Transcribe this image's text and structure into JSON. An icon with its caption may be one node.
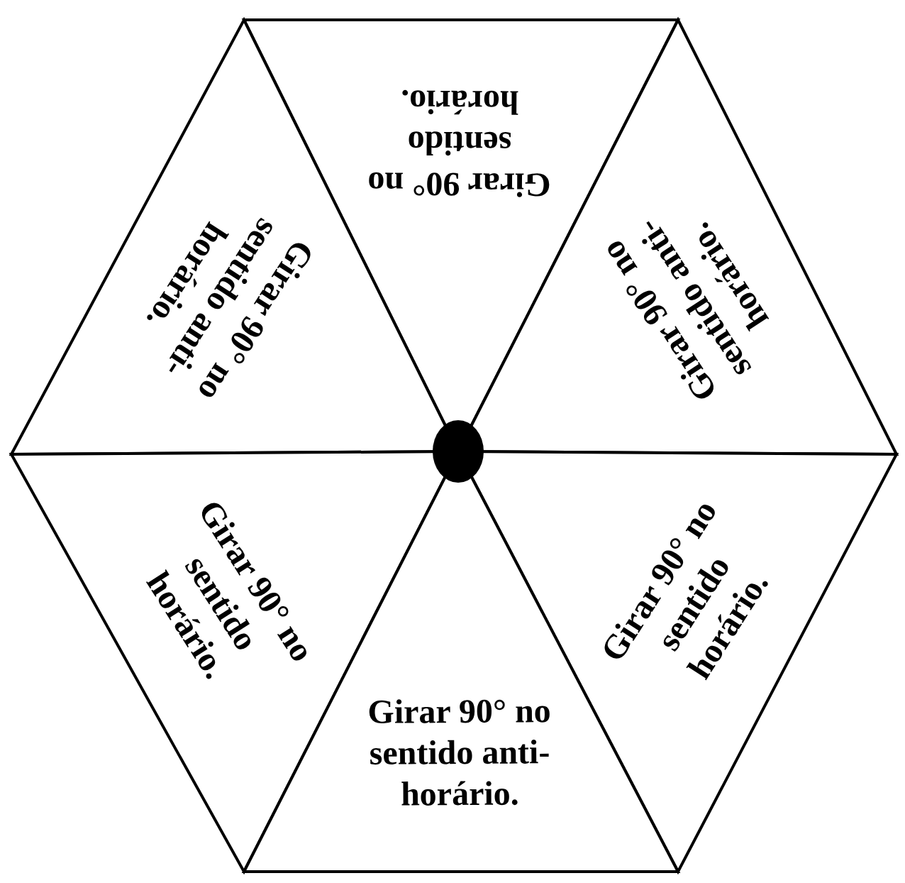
{
  "diagram": {
    "nodes": [
      {
        "text": [
          "Girar 90° no sentido horário."
        ]
      },
      {
        "text": [
          "Girar 90° no sentido anti-horário."
        ]
      },
      {
        "text": [
          "Girar 90° no sentido anti-horário."
        ]
      },
      {
        "text": [
          "Girar 90° no sentido horário."
        ]
      },
      {
        "text": [
          "Girar 90° no sentido horário."
        ]
      },
      {
        "text": [
          "Girar 90° no sentido anti-horário."
        ]
      }
    ]
  }
}
